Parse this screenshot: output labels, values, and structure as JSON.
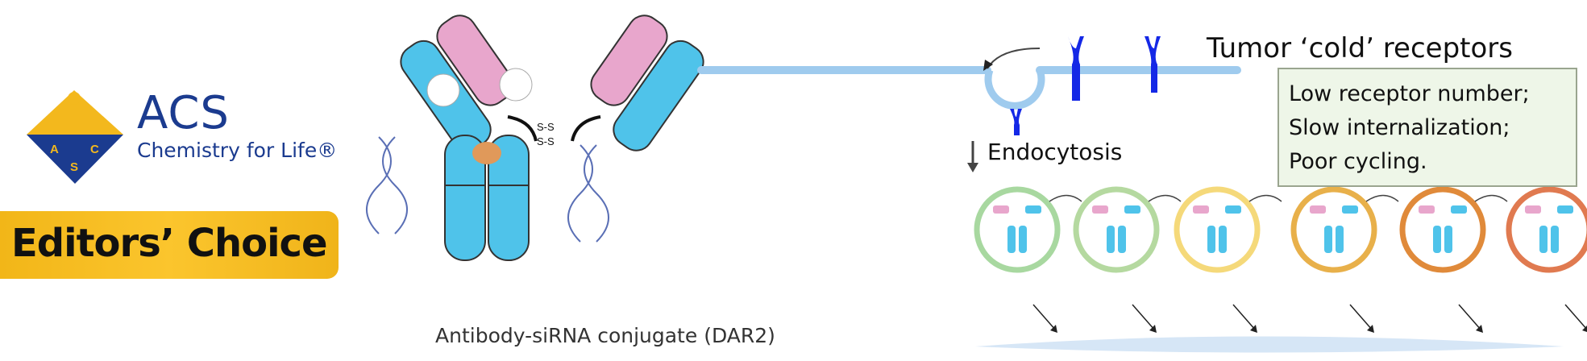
{
  "logo": {
    "title": "ACS",
    "tagline": "Chemistry for Life®",
    "letters": [
      "A",
      "C",
      "S"
    ]
  },
  "badge": {
    "label": "Editors’ Choice"
  },
  "antibody": {
    "caption": "Antibody-siRNA conjugate (DAR2)",
    "bond_label": "S-S"
  },
  "mechanism": {
    "receptor_title": "Tumor ‘cold’ receptors",
    "process_label": "Endocytosis",
    "problems": [
      "Low receptor number;",
      "Slow  internalization;",
      "Poor cycling."
    ]
  },
  "colors": {
    "acs_blue": "#1b3b8f",
    "acs_gold": "#f3b81d",
    "heavy_chain": "#4fc3ea",
    "light_chain": "#e8a6cc",
    "receptor": "#1428e6"
  }
}
